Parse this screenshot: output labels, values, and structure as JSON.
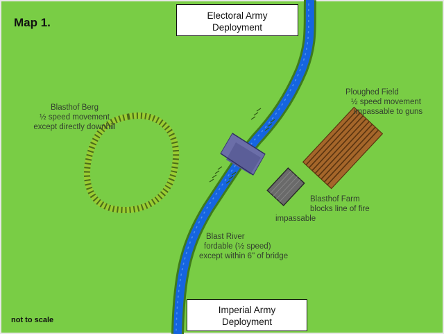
{
  "map": {
    "title": "Map 1.",
    "scale_note": "not to scale",
    "colors": {
      "grass": "#79cd45",
      "river_water": "#1565e0",
      "river_bank": "#3f7a1c",
      "bridge": "#6b6ea8",
      "hill": "#9acd32",
      "hill_hatch": "#4a6b1a",
      "field": "#a5662a",
      "field_furrow": "#5a3410",
      "farm": "#6a6a6a"
    },
    "deployments": {
      "top": {
        "line1": "Electoral Army",
        "line2": "Deployment"
      },
      "bottom": {
        "line1": "Imperial Army",
        "line2": "Deployment"
      }
    },
    "features": {
      "berg": {
        "name": "Blasthof Berg",
        "line2": "½ speed movement",
        "line3": "except directly downhill"
      },
      "field": {
        "name": "Ploughed Field",
        "line2": "½ speed movement",
        "line3": "impassable to guns"
      },
      "farm": {
        "name": "Blasthof Farm",
        "line2": "blocks line of fire",
        "line3": "impassable"
      },
      "river": {
        "name": "Blast River",
        "line2": "fordable (½ speed)",
        "line3": "except within 6\" of bridge"
      }
    },
    "icons": {
      "hill": "hill-contour-icon",
      "bridge": "bridge-icon",
      "farm": "farm-building-icon",
      "field": "ploughed-field-icon"
    }
  }
}
